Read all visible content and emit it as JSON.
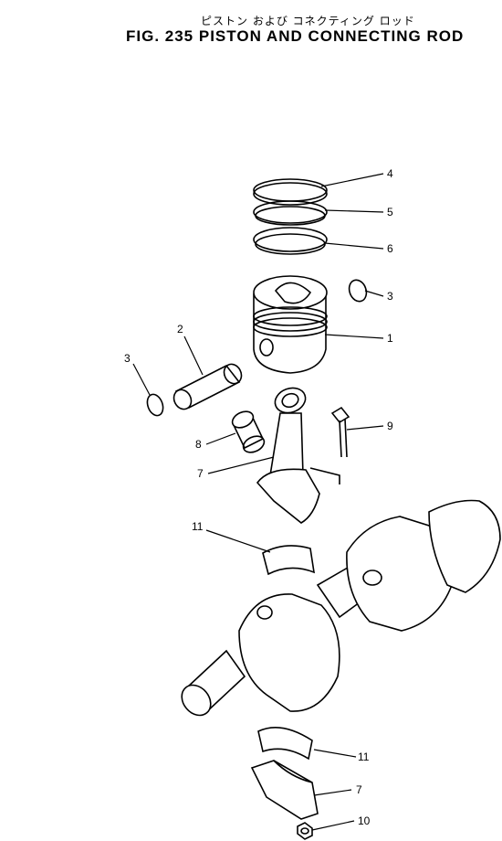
{
  "figure": {
    "title_jp": "ピストン および コネクティング ロッド",
    "title_en": "FIG. 235  PISTON AND CONNECTING ROD"
  },
  "callouts": [
    {
      "id": "piston-ring-top",
      "label": "4"
    },
    {
      "id": "piston-ring-second",
      "label": "5"
    },
    {
      "id": "piston-ring-oil",
      "label": "6"
    },
    {
      "id": "snap-ring-right",
      "label": "3"
    },
    {
      "id": "piston",
      "label": "1"
    },
    {
      "id": "piston-pin",
      "label": "2"
    },
    {
      "id": "snap-ring-left",
      "label": "3"
    },
    {
      "id": "bushing",
      "label": "8"
    },
    {
      "id": "connecting-rod-bolt",
      "label": "9"
    },
    {
      "id": "connecting-rod",
      "label": "7"
    },
    {
      "id": "bearing-upper",
      "label": "11"
    },
    {
      "id": "bearing-lower",
      "label": "11"
    },
    {
      "id": "connecting-rod-cap",
      "label": "7"
    },
    {
      "id": "nut",
      "label": "10"
    }
  ]
}
